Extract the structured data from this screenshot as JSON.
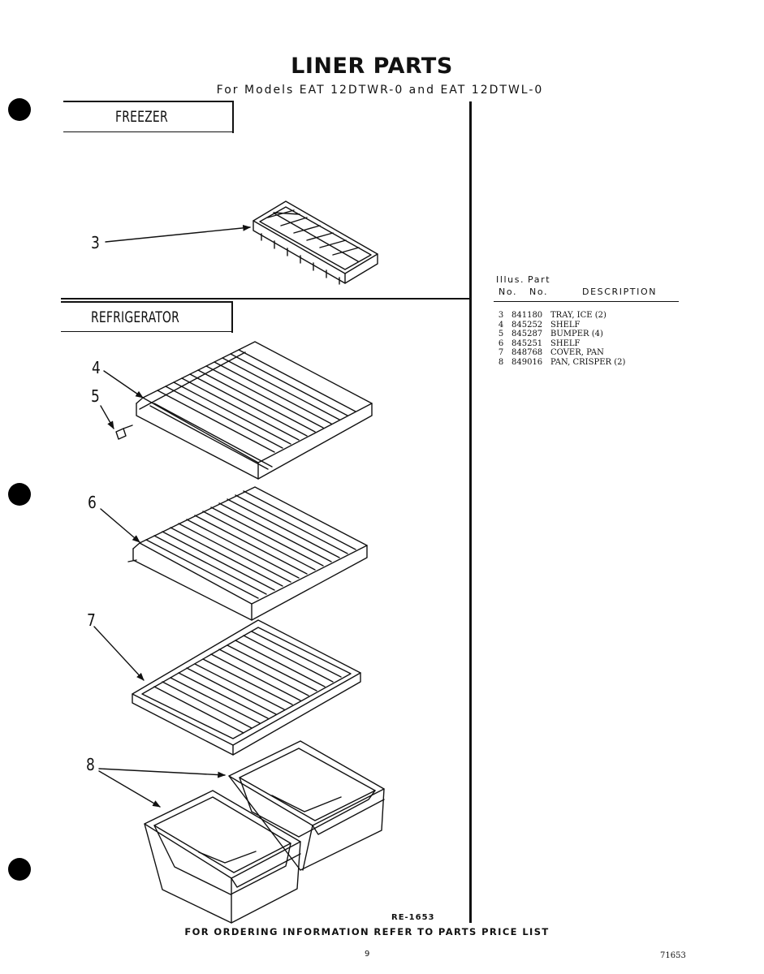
{
  "header": {
    "title": "LINER PARTS",
    "subtitle": "For Models EAT 12DTWR-0 and EAT 12DTWL-0"
  },
  "sections": {
    "freezer": "FREEZER",
    "refrigerator": "REFRIGERATOR"
  },
  "callouts": {
    "c3": "3",
    "c4": "4",
    "c5": "5",
    "c6": "6",
    "c7": "7",
    "c8": "8"
  },
  "table": {
    "header_row1": {
      "illus": "Illus.",
      "part": "Part"
    },
    "header_row2": {
      "no1": "No.",
      "no2": "No.",
      "description": "DESCRIPTION"
    },
    "rows": [
      {
        "illus": "3",
        "part": "841180",
        "description": "TRAY, ICE (2)"
      },
      {
        "illus": "4",
        "part": "845252",
        "description": "SHELF"
      },
      {
        "illus": "5",
        "part": "845287",
        "description": "BUMPER (4)"
      },
      {
        "illus": "6",
        "part": "845251",
        "description": "SHELF"
      },
      {
        "illus": "7",
        "part": "848768",
        "description": "COVER, PAN"
      },
      {
        "illus": "8",
        "part": "849016",
        "description": "PAN, CRISPER (2)"
      }
    ]
  },
  "footer": {
    "ref": "RE-1653",
    "note": "FOR ORDERING INFORMATION REFER TO PARTS PRICE LIST",
    "page": "9",
    "doc_number": "71653"
  }
}
